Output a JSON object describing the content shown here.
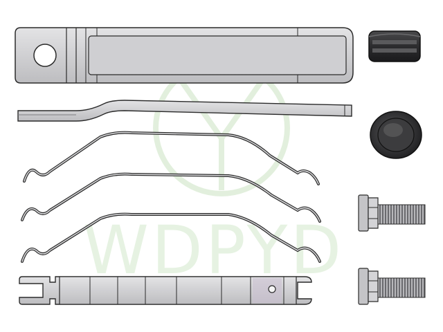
{
  "watermark": {
    "text": "WDPYD",
    "color": "#d8ecd2"
  },
  "colors": {
    "metal_light": "#d9d9db",
    "metal_mid": "#b9b9bc",
    "metal_dark": "#8e8e92",
    "outline": "#2a2a2a",
    "rubber": "#3a3a3c",
    "rubber_dark": "#1e1e20",
    "bolt_thread": "#6a6a6e"
  },
  "parts": [
    {
      "name": "mounting-plate"
    },
    {
      "name": "flat-spring-bar"
    },
    {
      "name": "wire-spring-clip",
      "count": 3
    },
    {
      "name": "retaining-plate"
    },
    {
      "name": "rubber-bushing"
    },
    {
      "name": "dust-cap"
    },
    {
      "name": "flange-bolt",
      "count": 2
    }
  ]
}
